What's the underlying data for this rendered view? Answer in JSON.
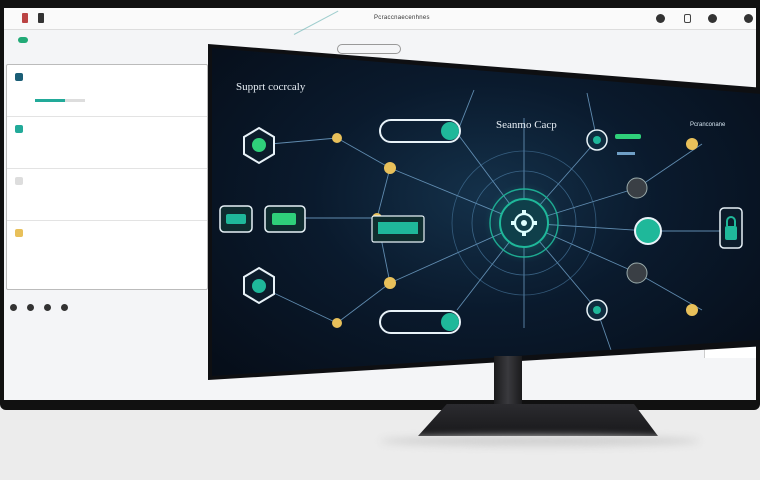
{
  "colors": {
    "accent_teal": "#1fb89a",
    "accent_green": "#2fd07a",
    "node_gold": "#e8c05a",
    "monitor_bg": "#0a1a2d",
    "line_blue": "#6f9fc6"
  },
  "laptop": {
    "topbar": {
      "center_title": "Pcraccnaecenhnes"
    }
  },
  "monitor": {
    "title": "Supprt cocrcaly",
    "center_label": "Seanmo Cacp",
    "top_right_label": "Pcranconane"
  },
  "icons": {
    "center": "gear-icon",
    "user": "user-icon",
    "server": "server-icon",
    "lock": "lock-icon",
    "chart": "chart-icon"
  }
}
